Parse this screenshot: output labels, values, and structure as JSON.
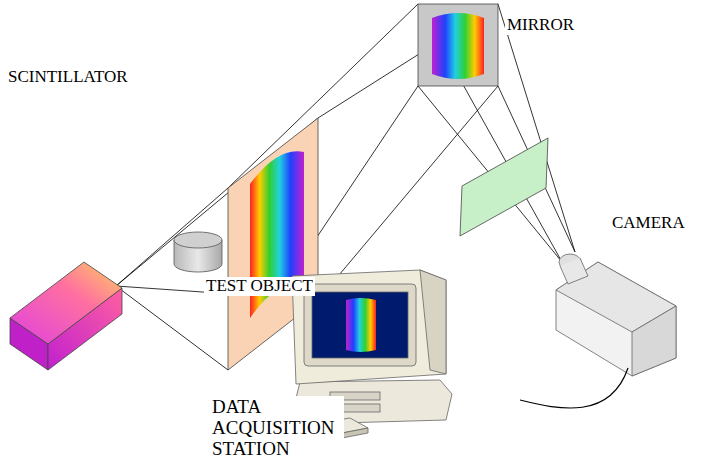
{
  "diagram": {
    "labels": [
      "SCINTILLATOR",
      "MIRROR",
      "TEST OBJECT",
      "CAMERA",
      "DATA ACQUISITION STATION"
    ]
  }
}
